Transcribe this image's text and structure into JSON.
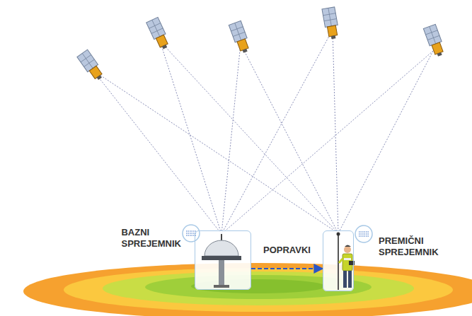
{
  "diagram": {
    "nodes": [
      {
        "text": [
          "BAZNI SPREJEMNIK"
        ]
      },
      {
        "text": [
          "PREMIČNI SPREJEMNIK"
        ]
      }
    ],
    "edges": [
      {
        "from": 0,
        "to": 1,
        "arrow": "to",
        "label": "POPRAVKI"
      }
    ]
  }
}
